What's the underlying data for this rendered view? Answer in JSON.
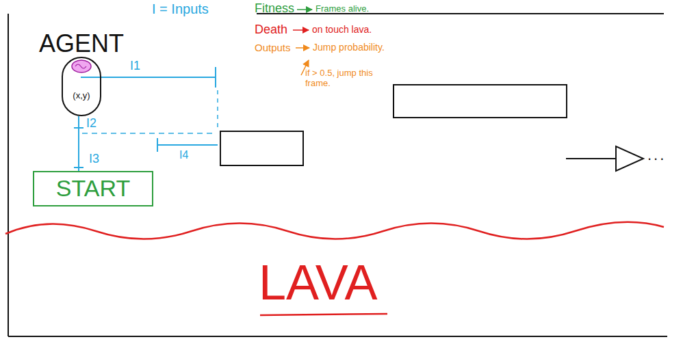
{
  "diagram": {
    "nodes": [
      {
        "text": [
          "AGENT",
          "(x,y)"
        ]
      },
      {
        "text": [
          "START"
        ]
      }
    ],
    "edges": [
      {
        "from": 0,
        "to": 1,
        "arrow": "none",
        "label": "I3"
      }
    ],
    "labels": [
      "I = Inputs",
      "Fitness",
      "Frames alive.",
      "Death",
      "on touch lava.",
      "Outputs",
      "Jump probability.",
      "if > 0.5, jump this frame.",
      "I1",
      "I2",
      "I4",
      "LAVA",
      "..."
    ]
  }
}
